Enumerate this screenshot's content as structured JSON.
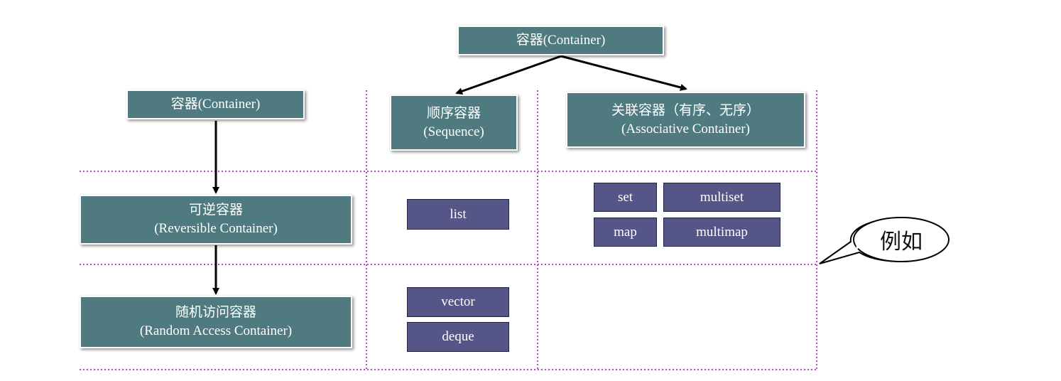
{
  "container_top": "容器(Container)",
  "container_left": "容器(Container)",
  "sequence": {
    "line1": "顺序容器",
    "line2": "(Sequence)"
  },
  "associative": {
    "line1": "关联容器（有序、无序）",
    "line2": "(Associative Container)"
  },
  "reversible": {
    "line1": "可逆容器",
    "line2": "(Reversible Container)"
  },
  "random_access": {
    "line1": "随机访问容器",
    "line2": "(Random Access Container)"
  },
  "examples": {
    "list": "list",
    "set": "set",
    "multiset": "multiset",
    "map": "map",
    "multimap": "multimap",
    "vector": "vector",
    "deque": "deque"
  },
  "callout": "例如",
  "colors": {
    "teal_box": "#4f7b80",
    "purple_box": "#555587",
    "grid_line": "#b04ec0",
    "arrow": "#000000"
  }
}
